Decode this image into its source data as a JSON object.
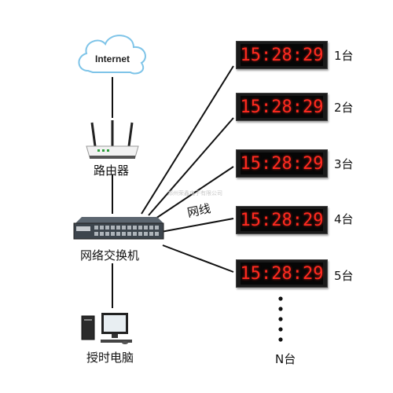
{
  "cloud": {
    "label": "Internet"
  },
  "router": {
    "label": "路由器"
  },
  "switch": {
    "label": "网络交换机"
  },
  "computer": {
    "label": "授时电脑"
  },
  "cable": {
    "label": "网线"
  },
  "watermark": {
    "text": "郑州荣鑫电子有限公司"
  },
  "clocks": [
    {
      "time": "15:28:29",
      "count": "1台"
    },
    {
      "time": "15:28:29",
      "count": "2台"
    },
    {
      "time": "15:28:29",
      "count": "3台"
    },
    {
      "time": "15:28:29",
      "count": "4台"
    },
    {
      "time": "15:28:29",
      "count": "5台"
    }
  ],
  "last": {
    "count": "N台"
  },
  "colors": {
    "digit": "#ff2a1f",
    "clock_body": "#1a1a1a",
    "line": "#111111"
  }
}
